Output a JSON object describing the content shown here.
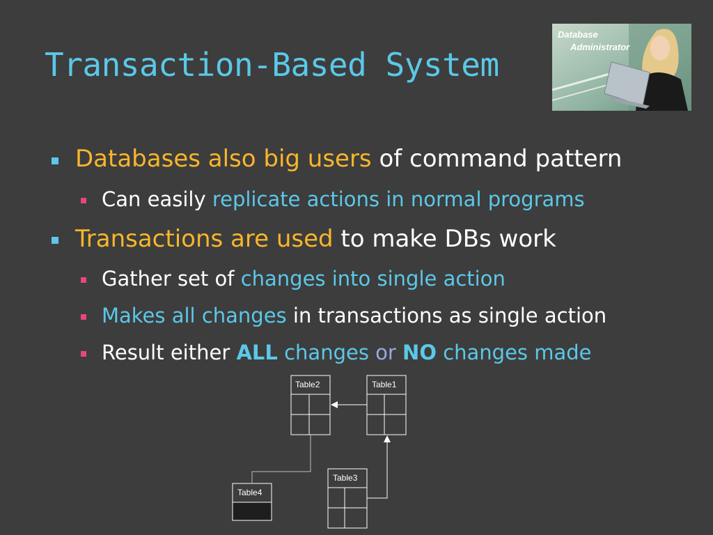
{
  "slide": {
    "title": "Transaction-Based System",
    "photo_caption_line1": "Database",
    "photo_caption_line2": "Administrator"
  },
  "bullets": [
    {
      "level": 1,
      "parts": [
        {
          "text": "Databases also big users",
          "style": "yellow"
        },
        {
          "text": " of command pattern",
          "style": "white"
        }
      ]
    },
    {
      "level": 2,
      "parts": [
        {
          "text": "Can easily ",
          "style": "white"
        },
        {
          "text": "replicate actions in normal programs",
          "style": "blue"
        }
      ]
    },
    {
      "level": 1,
      "parts": [
        {
          "text": "Transactions are used",
          "style": "yellow"
        },
        {
          "text": " to make DBs work",
          "style": "white"
        }
      ]
    },
    {
      "level": 2,
      "parts": [
        {
          "text": "Gather set of ",
          "style": "white"
        },
        {
          "text": "changes into single action",
          "style": "blue"
        }
      ]
    },
    {
      "level": 2,
      "parts": [
        {
          "text": "Makes all changes",
          "style": "blue"
        },
        {
          "text": " in transactions as single action",
          "style": "white"
        }
      ]
    },
    {
      "level": 2,
      "parts": [
        {
          "text": "Result either ",
          "style": "white"
        },
        {
          "text": "ALL",
          "style": "blue-bold"
        },
        {
          "text": " changes ",
          "style": "blue"
        },
        {
          "text": "or",
          "style": "purple"
        },
        {
          "text": " ",
          "style": "white"
        },
        {
          "text": "NO",
          "style": "blue-bold"
        },
        {
          "text": " changes made",
          "style": "blue"
        }
      ]
    }
  ],
  "diagram": {
    "tables": [
      {
        "id": "table2",
        "label": "Table2"
      },
      {
        "id": "table1",
        "label": "Table1"
      },
      {
        "id": "table3",
        "label": "Table3"
      },
      {
        "id": "table4",
        "label": "Table4"
      }
    ]
  },
  "colors": {
    "background": "#3d3d3d",
    "title": "#5bc8e8",
    "yellow": "#f8b62b",
    "blue": "#5bc8e8",
    "pink_marker": "#e8477e"
  }
}
